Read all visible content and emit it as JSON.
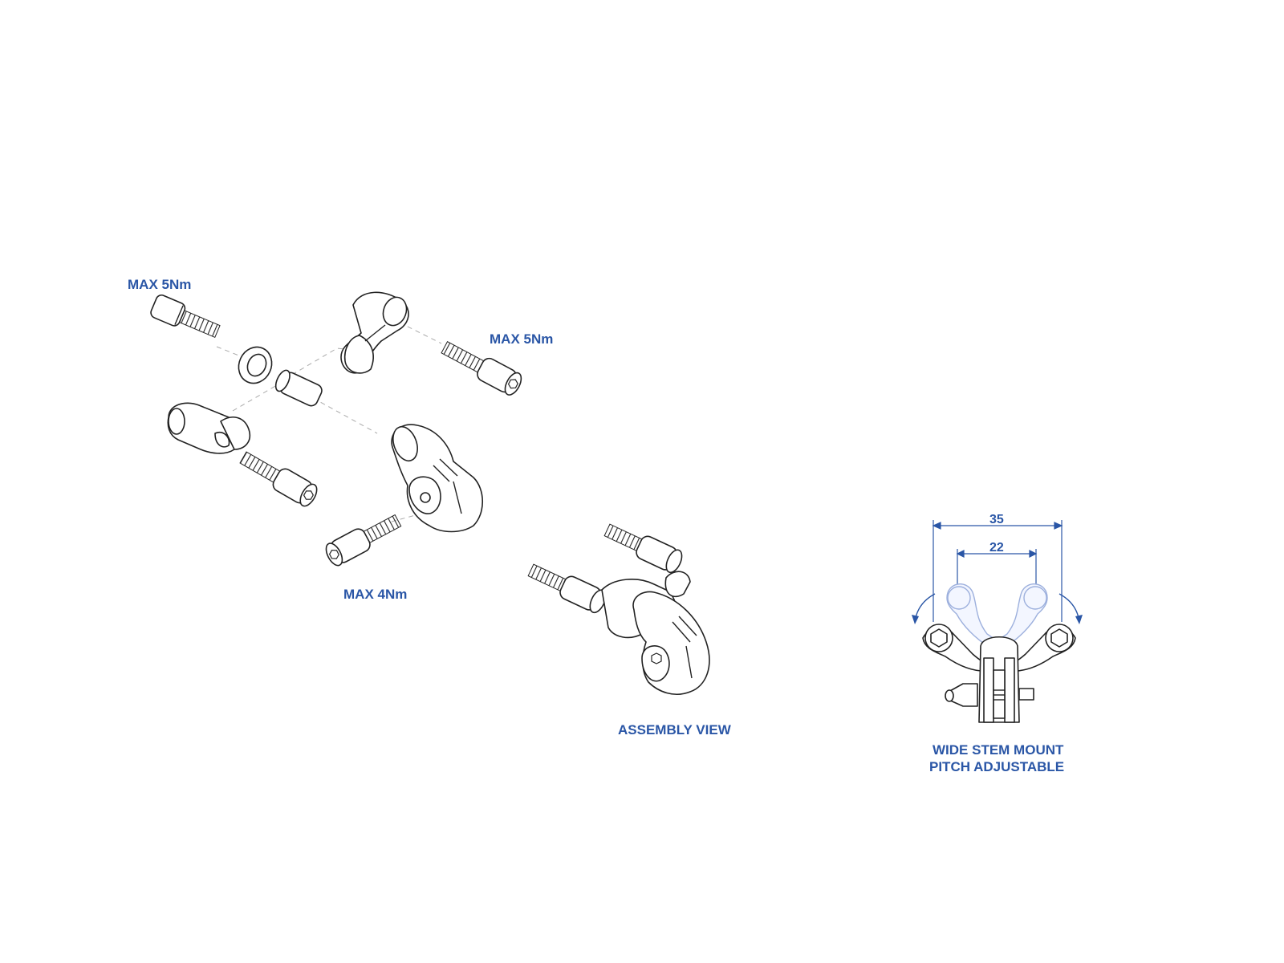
{
  "labels": {
    "torque_top_left": "MAX 5Nm",
    "torque_right": "MAX 5Nm",
    "torque_bottom": "MAX 4Nm",
    "assembly_view": "ASSEMBLY VIEW",
    "wide_mount_line1": "WIDE STEM MOUNT",
    "wide_mount_line2": "PITCH ADJUSTABLE"
  },
  "dimensions": {
    "outer": "35",
    "inner": "22"
  },
  "colors": {
    "label_blue": "#2a56a6",
    "line_ink": "#222222",
    "ghost_blue": "#9db0dd"
  }
}
